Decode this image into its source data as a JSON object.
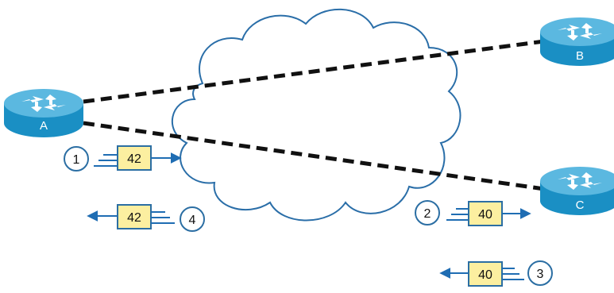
{
  "routers": {
    "a": {
      "label": "A"
    },
    "b": {
      "label": "B"
    },
    "c": {
      "label": "C"
    }
  },
  "steps": {
    "one": "1",
    "two": "2",
    "three": "3",
    "four": "4"
  },
  "frames": {
    "a_out": "42",
    "a_in": "42",
    "c_in": "40",
    "c_out": "40"
  },
  "colors": {
    "router_fill": "#1a8fc4",
    "router_dark": "#0d6d9c",
    "router_top": "#5bb8e0",
    "frame_fill": "#fcefa0",
    "frame_border": "#2b6ea3",
    "arrow": "#1f6db3",
    "circuit": "#111111",
    "cloud_stroke": "#2a6ea8"
  },
  "icons": {
    "router": "router-icon",
    "cloud": "frame-relay-cloud-icon"
  }
}
